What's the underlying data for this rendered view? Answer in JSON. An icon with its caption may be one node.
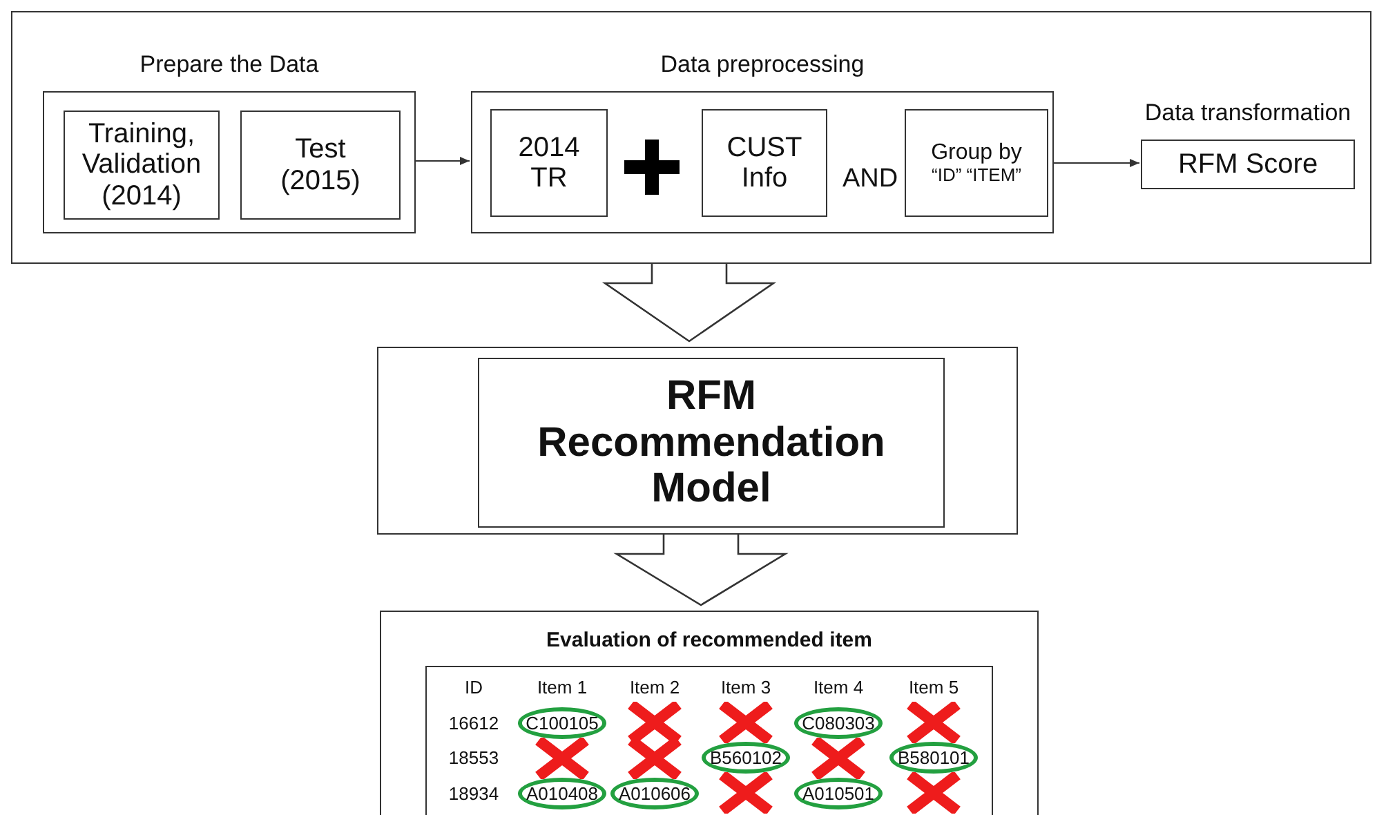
{
  "diagram": {
    "nodes": [
      {
        "text": [],
        "shape": "box"
      },
      {
        "text": [
          "Prepare the Data"
        ],
        "in": 0
      },
      {
        "text": [
          "Training, Validation (2014)"
        ],
        "in": 1
      },
      {
        "text": [
          "Test (2015)"
        ],
        "in": 1
      },
      {
        "text": [
          "Data preprocessing"
        ],
        "in": 0
      },
      {
        "text": [
          "2014 TR"
        ],
        "in": 4
      },
      {
        "text": [
          "CUST Info"
        ],
        "in": 4
      },
      {
        "text": [
          "Group by",
          "“ID” “ITEM”"
        ],
        "in": 4
      },
      {
        "text": [
          "Data transformation",
          "RFM Score"
        ],
        "in": 0
      },
      {
        "text": [],
        "shape": "box"
      },
      {
        "text": [
          "RFM Recommendation Model"
        ],
        "in": 9
      },
      {
        "text": [
          "Evaluation of recommended item"
        ]
      }
    ],
    "edges": [
      {
        "from": 1,
        "to": 4,
        "arrow": "to"
      },
      {
        "from": 4,
        "to": 8,
        "arrow": "to"
      },
      {
        "from": 0,
        "to": 9,
        "arrow": "to",
        "style": "thick"
      },
      {
        "from": 9,
        "to": 11,
        "arrow": "to",
        "style": "thick"
      }
    ],
    "labels": [
      "AND",
      "ID",
      "Item 1",
      "Item 2",
      "Item 3",
      "Item 4",
      "Item 5",
      "16612",
      "C100105",
      "C080303",
      "18553",
      "B560102",
      "B580101",
      "18934",
      "A010408",
      "A010606",
      "A010501"
    ]
  }
}
